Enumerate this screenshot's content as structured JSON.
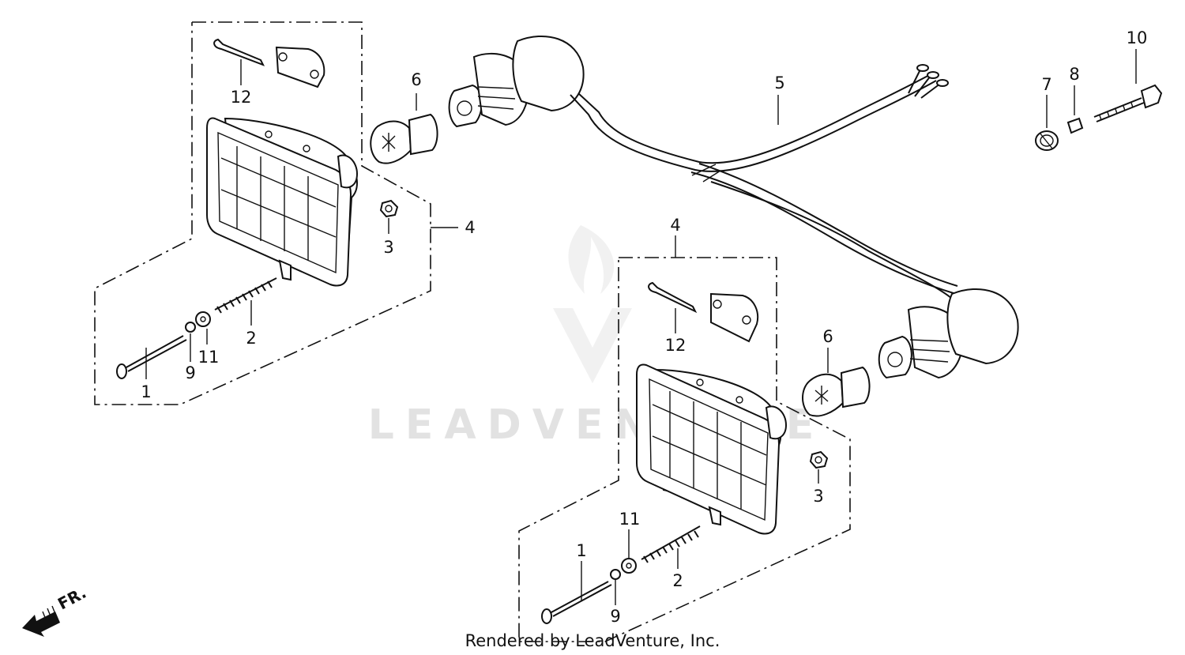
{
  "diagram": {
    "callouts": {
      "upper_12": "12",
      "upper_6": "6",
      "upper_5": "5",
      "upper_10": "10",
      "upper_8": "8",
      "upper_7": "7",
      "upper_4": "4",
      "upper_3": "3",
      "upper_2": "2",
      "upper_11": "11",
      "upper_9": "9",
      "upper_1": "1",
      "lower_4": "4",
      "lower_12": "12",
      "lower_6": "6",
      "lower_3": "3",
      "lower_11": "11",
      "lower_2": "2",
      "lower_1": "1",
      "lower_9": "9"
    },
    "direction_label": "FR.",
    "watermark": "LEADVENTURE",
    "footer": "Rendered by LeadVenture, Inc."
  }
}
